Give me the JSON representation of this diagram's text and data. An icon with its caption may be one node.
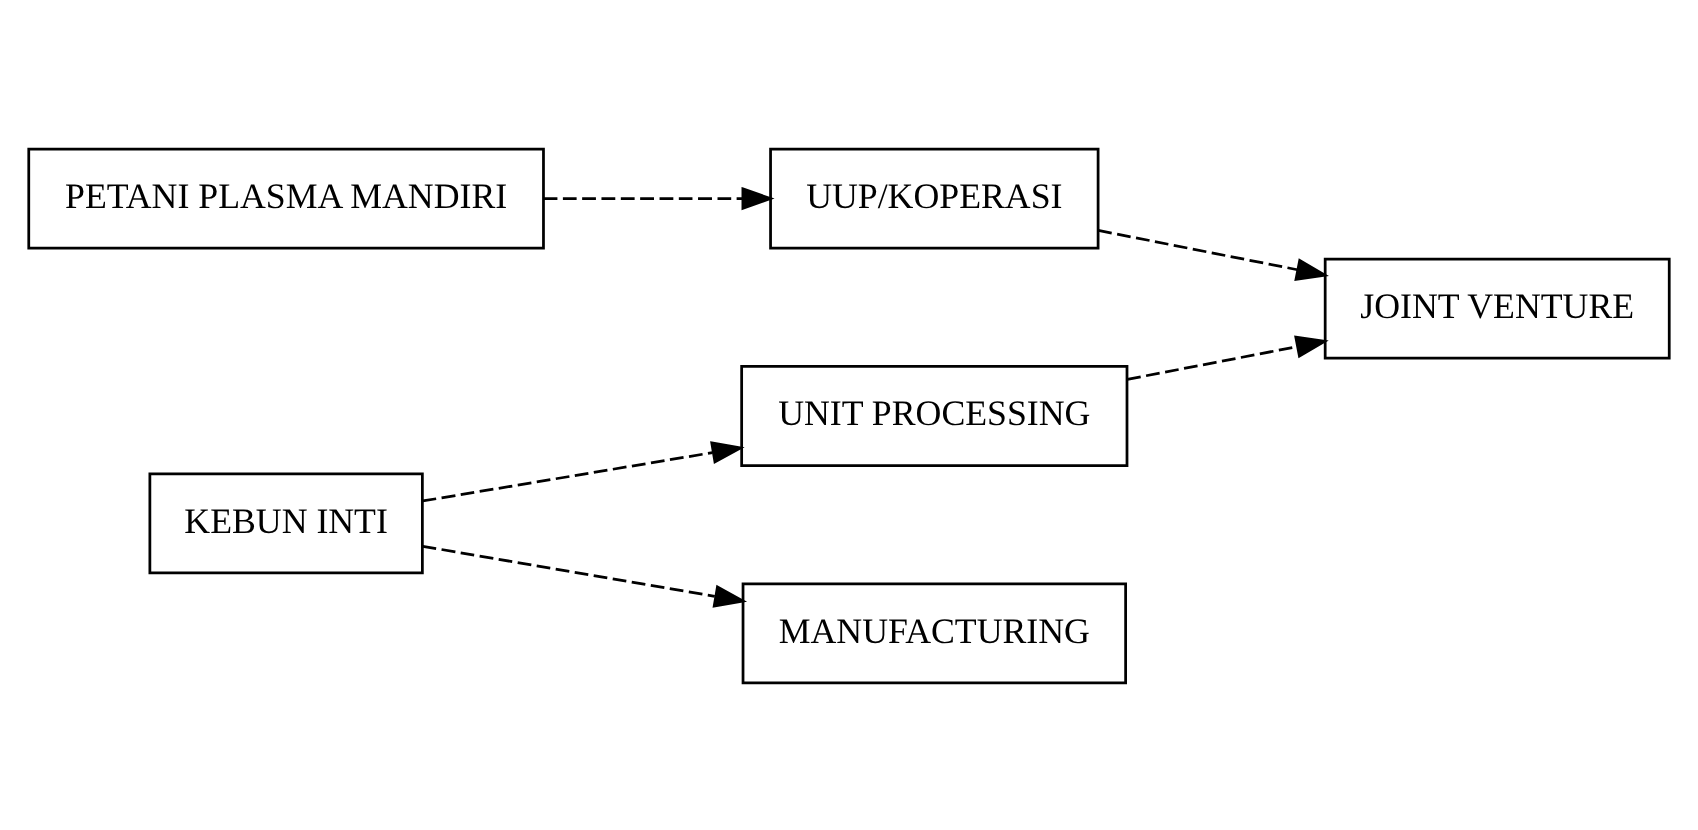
{
  "diagram": {
    "nodes": [
      {
        "text": [
          "PETANI PLASMA MANDIRI"
        ]
      },
      {
        "text": [
          "UUP/KOPERASI"
        ]
      },
      {
        "text": [
          "JOINT VENTURE"
        ]
      },
      {
        "text": [
          "KEBUN INTI"
        ]
      },
      {
        "text": [
          "UNIT PROCESSING"
        ]
      },
      {
        "text": [
          "MANUFACTURING"
        ]
      }
    ],
    "edges": [
      {
        "from": 0,
        "to": 1,
        "arrow": "to",
        "style": "dashed"
      },
      {
        "from": 1,
        "to": 2,
        "arrow": "to",
        "style": "dashed"
      },
      {
        "from": 3,
        "to": 4,
        "arrow": "to",
        "style": "dashed"
      },
      {
        "from": 4,
        "to": 2,
        "arrow": "to",
        "style": "dashed"
      },
      {
        "from": 3,
        "to": 5,
        "arrow": "to",
        "style": "dashed"
      }
    ]
  }
}
